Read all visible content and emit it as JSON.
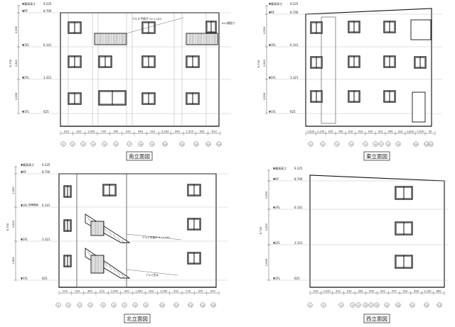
{
  "drawings": [
    {
      "id": "south",
      "title": "南立面図",
      "levels": [
        {
          "label": "▼最高高さ",
          "value": "9.225"
        },
        {
          "label": "▼RF",
          "value": "8.700"
        },
        {
          "label": "▼3FL",
          "value": "6.141"
        },
        {
          "label": "▼2FL",
          "value": "3.321"
        },
        {
          "label": "▼1FL",
          "value": "625"
        }
      ],
      "heights": [
        "2,559",
        "2,820",
        "2,696"
      ],
      "overall": [
        "8,700",
        "9,225"
      ],
      "notes": [
        "ALC縦貼り",
        "アルミ手摺子 H=1,100"
      ],
      "bottom_dims": [
        "610",
        "910",
        "1,095",
        "730",
        "945",
        "910",
        "940",
        "910",
        "3,183",
        "940",
        "1,505",
        "955",
        "610"
      ]
    },
    {
      "id": "east",
      "title": "東立面図",
      "levels": [
        {
          "label": "▼最高高さ",
          "value": "9.225"
        },
        {
          "label": "▼RF",
          "value": "8.700"
        },
        {
          "label": "▼3FL",
          "value": "6.141"
        },
        {
          "label": "▼2FL",
          "value": "3.321"
        },
        {
          "label": "▼1FL",
          "value": "625"
        }
      ],
      "heights": [
        "2,559",
        "2,820",
        "2,696"
      ],
      "overall": [
        "8,700",
        "9,225"
      ],
      "notes": [],
      "bottom_dims": [
        "1,830",
        "1,130",
        "910",
        "740",
        "910",
        "910",
        "910",
        "910",
        "945",
        "910",
        "1,820",
        "7,500",
        "50"
      ]
    },
    {
      "id": "north",
      "title": "北立面図",
      "levels": [
        {
          "label": "▼最高高さ",
          "value": "9.225"
        },
        {
          "label": "▼RF",
          "value": "8.700"
        },
        {
          "label": "▼3FL",
          "value": "6.141"
        },
        {
          "label": "▼2FL",
          "value": "3.321"
        },
        {
          "label": "▼1FL",
          "value": "625"
        }
      ],
      "heights": [
        "2,559",
        "2,820",
        "2,696"
      ],
      "overall": [
        "8,700",
        "9,225"
      ],
      "notes": [
        "鉄骨階段",
        "アルミ手摺子 H=1,100",
        "アルミ笠木"
      ],
      "bottom_dims": [
        "910",
        "910",
        "300",
        "910",
        "1,000",
        "920",
        "1,000",
        "910",
        "1,000",
        "910",
        "720",
        "970",
        "910"
      ]
    },
    {
      "id": "west",
      "title": "西立面図",
      "levels": [
        {
          "label": "▼最高高さ",
          "value": "9.225"
        },
        {
          "label": "▼RF",
          "value": "8.700"
        },
        {
          "label": "▼3FL",
          "value": "6.141"
        },
        {
          "label": "▼2FL",
          "value": "3.321"
        },
        {
          "label": "▼1FL",
          "value": "625"
        }
      ],
      "heights": [
        "2,559",
        "2,820",
        "2,696"
      ],
      "overall": [
        "8,700",
        "9,225"
      ],
      "notes": [],
      "bottom_dims": [
        "910",
        "1,030",
        "310",
        "910",
        "300",
        "495",
        "920",
        "475",
        "910",
        "400",
        "1,100",
        "800"
      ]
    }
  ]
}
